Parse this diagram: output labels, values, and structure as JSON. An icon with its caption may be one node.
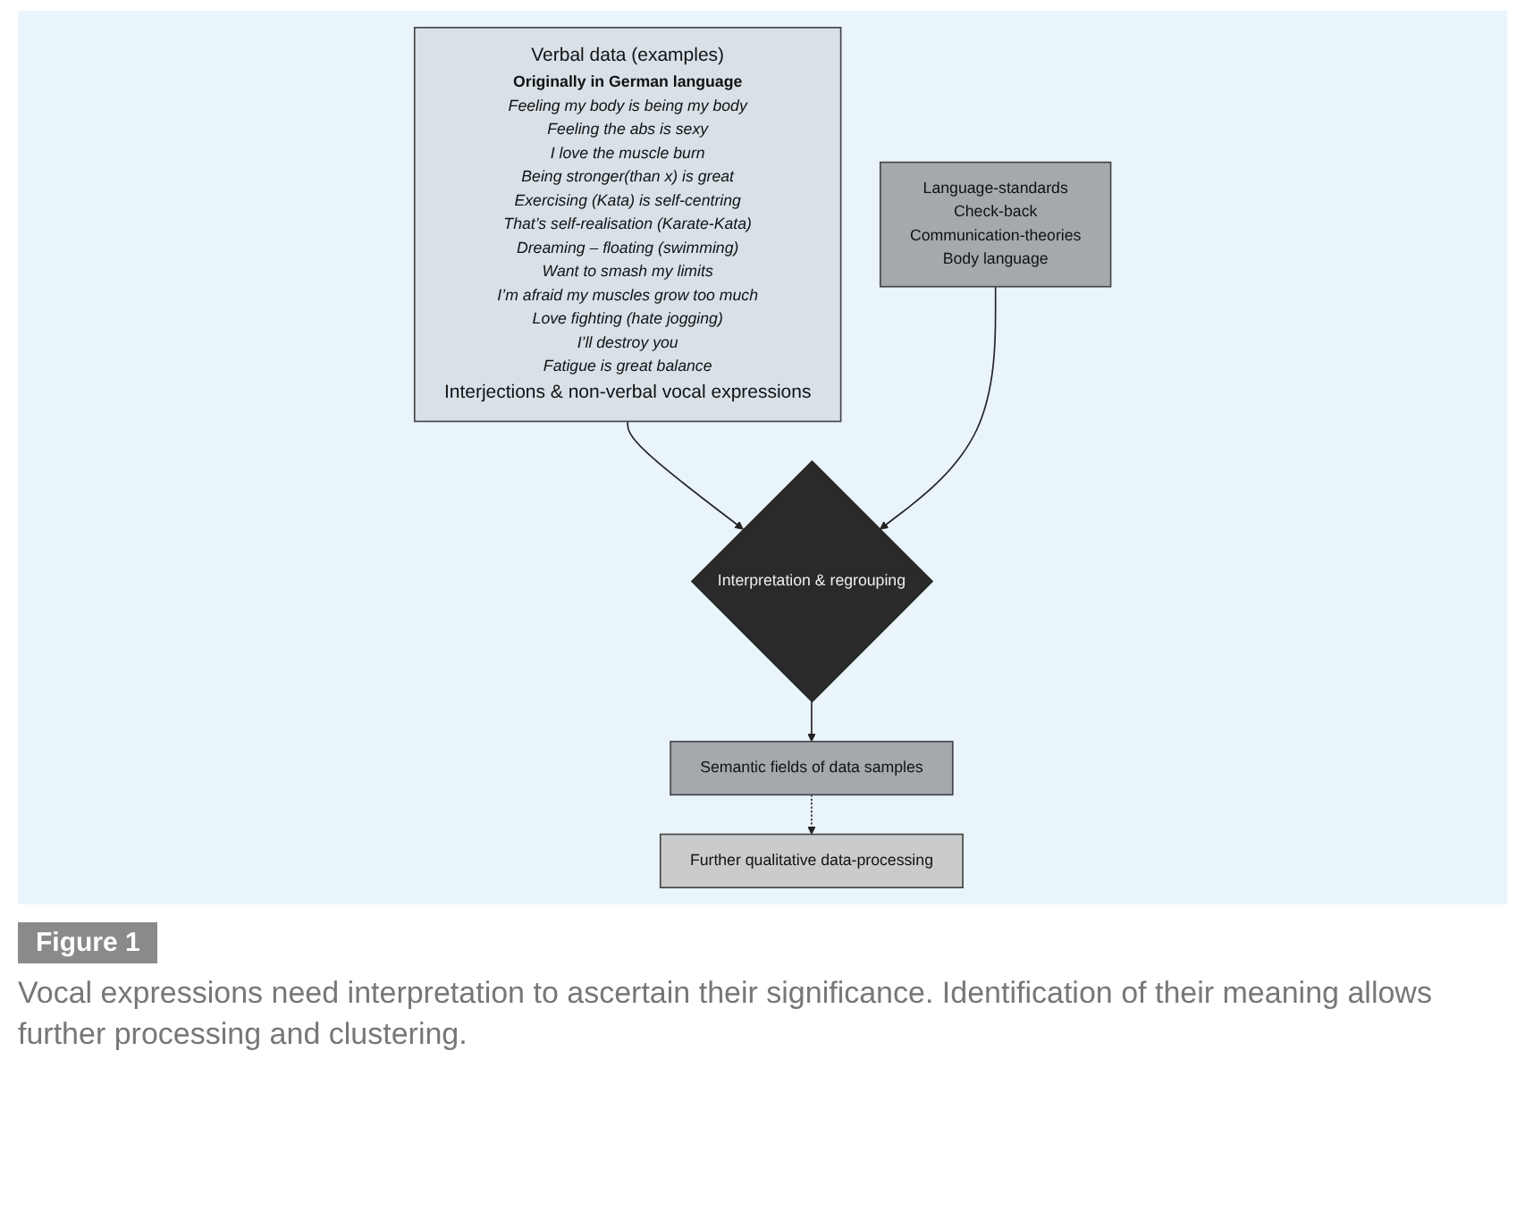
{
  "diagram": {
    "title": "Figure 1",
    "caption": "Vocal expressions need interpretation to ascertain their significance. Identification of their meaning allows further processing and clustering.",
    "nodes": [
      {
        "text": [
          "Verbal data (examples)",
          "Originally in German language",
          "Feeling my body is being my body",
          "Feeling the abs is sexy",
          "I love the muscle burn",
          "Being stronger(than x) is great",
          "Exercising (Kata) is self-centring",
          "That’s self-realisation (Karate-Kata)",
          "Dreaming – floating (swimming)",
          "Want to smash my limits",
          "I’m afraid my muscles grow too much",
          "Love fighting (hate jogging)",
          "I’ll destroy you",
          "Fatigue is great balance",
          "Interjections & non-verbal vocal expressions"
        ]
      },
      {
        "text": [
          "Language-standards",
          "Check-back",
          "Communication-theories",
          "Body language"
        ]
      },
      {
        "text": [
          "Interpretation & regrouping"
        ]
      },
      {
        "text": [
          "Semantic fields of data samples"
        ]
      },
      {
        "text": [
          "Further qualitative data-processing"
        ]
      }
    ],
    "edges": [
      {
        "from": 0,
        "to": 2,
        "arrow": "to"
      },
      {
        "from": 1,
        "to": 2,
        "arrow": "to"
      },
      {
        "from": 2,
        "to": 3,
        "arrow": "to"
      },
      {
        "from": 3,
        "to": 4,
        "arrow": "to",
        "style": "dashed"
      }
    ]
  }
}
